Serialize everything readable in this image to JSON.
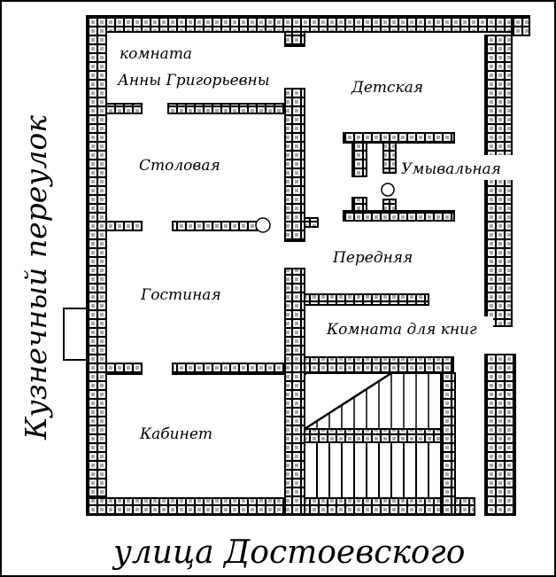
{
  "rooms": {
    "anna_line1": "комната",
    "anna_line2": "Анны Григорьевны",
    "nursery": "Детская",
    "dining": "Столовая",
    "washroom": "Умывальная",
    "hall": "Передняя",
    "living": "Гостиная",
    "books": "Комната для книг",
    "study": "Кабинет"
  },
  "streets": {
    "left": "Кузнечный переулок",
    "bottom": "улица Достоевского"
  }
}
